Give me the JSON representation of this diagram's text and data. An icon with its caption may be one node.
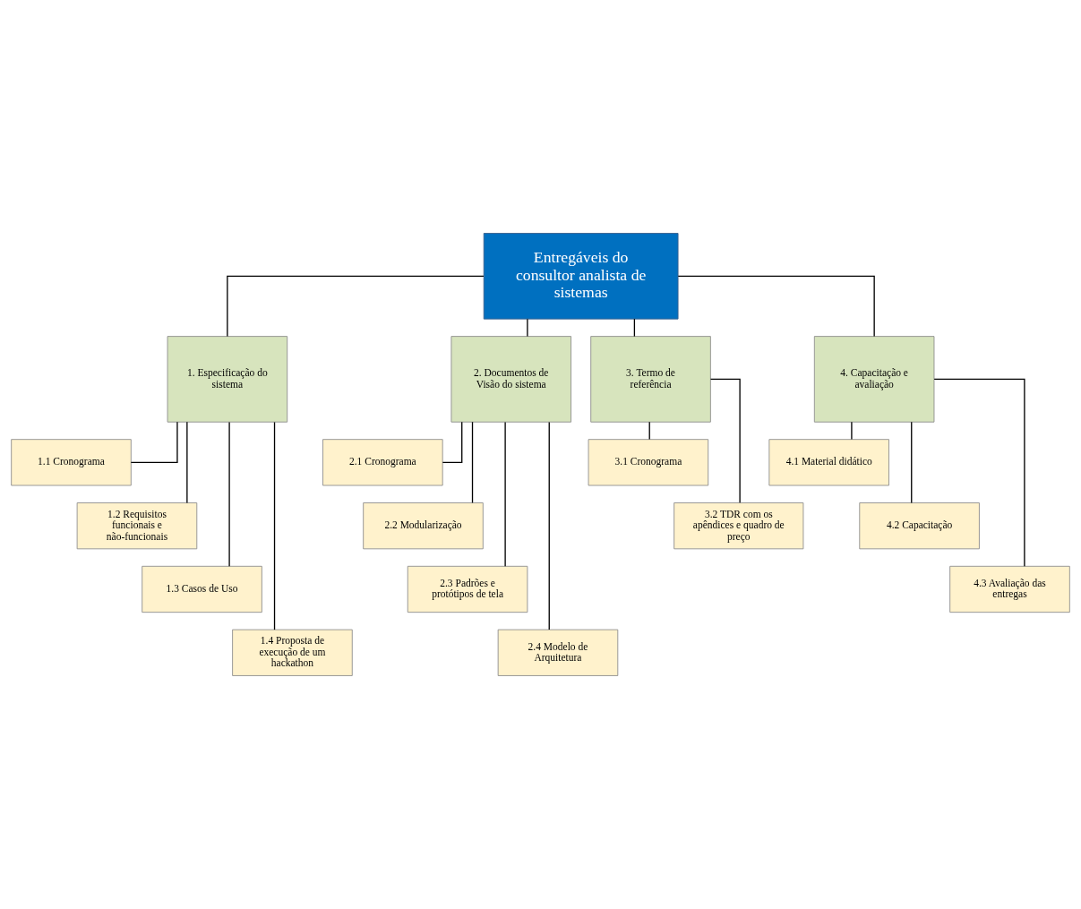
{
  "diagram": {
    "nodes": [
      {
        "text": [
          "Entregáveis do consultor analista de sistemas"
        ]
      },
      {
        "text": [
          "1. Especificação do sistema"
        ]
      },
      {
        "text": [
          "2. Documentos de Visão do sistema"
        ]
      },
      {
        "text": [
          "3. Termo de referência"
        ]
      },
      {
        "text": [
          "4. Capacitação e avaliação"
        ]
      },
      {
        "text": [
          "1.1 Cronograma"
        ]
      },
      {
        "text": [
          "1.2 Requisitos funcionais e não-funcionais"
        ]
      },
      {
        "text": [
          "1.3 Casos de Uso"
        ]
      },
      {
        "text": [
          "1.4 Proposta de execução de um hackathon"
        ]
      },
      {
        "text": [
          "2.1 Cronograma"
        ]
      },
      {
        "text": [
          "2.2 Modularização"
        ]
      },
      {
        "text": [
          "2.3 Padrões e protótipos de tela"
        ]
      },
      {
        "text": [
          "2.4 Modelo de Arquitetura"
        ]
      },
      {
        "text": [
          "3.1 Cronograma"
        ]
      },
      {
        "text": [
          "3.2 TDR com os apêndices e quadro de preço"
        ]
      },
      {
        "text": [
          "4.1 Material didático"
        ]
      },
      {
        "text": [
          "4.2 Capacitação"
        ]
      },
      {
        "text": [
          "4.3 Avaliação das entregas"
        ]
      }
    ],
    "edges": [
      {
        "from": 0,
        "to": 1,
        "arrow": "none"
      },
      {
        "from": 0,
        "to": 2,
        "arrow": "none"
      },
      {
        "from": 0,
        "to": 3,
        "arrow": "none"
      },
      {
        "from": 0,
        "to": 4,
        "arrow": "none"
      },
      {
        "from": 1,
        "to": 5,
        "arrow": "none"
      },
      {
        "from": 1,
        "to": 6,
        "arrow": "none"
      },
      {
        "from": 1,
        "to": 7,
        "arrow": "none"
      },
      {
        "from": 1,
        "to": 8,
        "arrow": "none"
      },
      {
        "from": 2,
        "to": 9,
        "arrow": "none"
      },
      {
        "from": 2,
        "to": 10,
        "arrow": "none"
      },
      {
        "from": 2,
        "to": 11,
        "arrow": "none"
      },
      {
        "from": 2,
        "to": 12,
        "arrow": "none"
      },
      {
        "from": 3,
        "to": 13,
        "arrow": "none"
      },
      {
        "from": 3,
        "to": 14,
        "arrow": "none"
      },
      {
        "from": 4,
        "to": 15,
        "arrow": "none"
      },
      {
        "from": 4,
        "to": 16,
        "arrow": "none"
      },
      {
        "from": 4,
        "to": 17,
        "arrow": "none"
      }
    ]
  }
}
